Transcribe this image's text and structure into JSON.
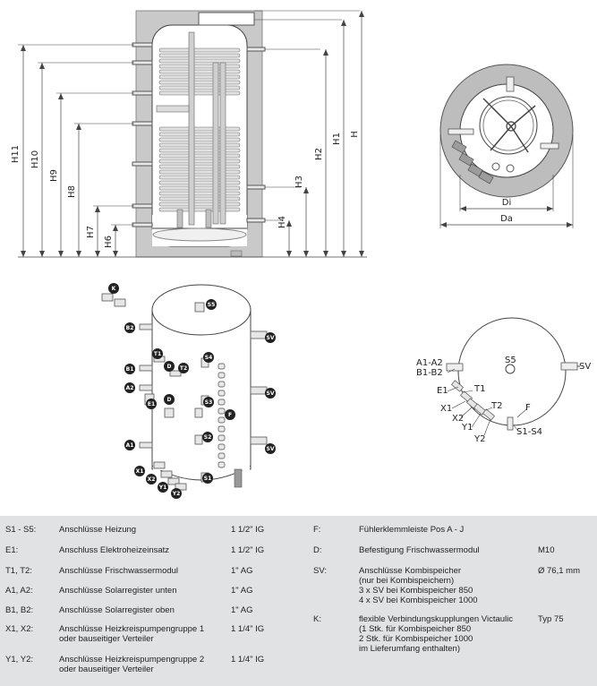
{
  "side_view": {
    "height_labels": [
      "H11",
      "H10",
      "H9",
      "H8",
      "H7",
      "H6",
      "H4",
      "H3",
      "H2",
      "H1",
      "H"
    ]
  },
  "top_view": {
    "di_label": "Di",
    "da_label": "Da"
  },
  "iso_view": {
    "badges": [
      "K",
      "S5",
      "B2",
      "T1",
      "D",
      "T2",
      "S4",
      "SV",
      "B1",
      "A2",
      "E1",
      "D",
      "S3",
      "F",
      "SV",
      "S2",
      "A1",
      "X1",
      "X2",
      "Y1",
      "Y2",
      "S1",
      "SV"
    ]
  },
  "plan_view": {
    "labels": {
      "a1a2": "A1-A2",
      "b1b2": "B1-B2",
      "s5": "S5",
      "sv": "SV",
      "e1": "E1",
      "t1": "T1",
      "x1": "X1",
      "x2": "X2",
      "t2": "T2",
      "y1": "Y1",
      "f": "F",
      "y2": "Y2",
      "s1s4": "S1-S4"
    }
  },
  "legend": {
    "left": [
      {
        "code": "S1 - S5:",
        "desc": "Anschlüsse Heizung",
        "size": "1 1/2\" IG"
      },
      {
        "code": "E1:",
        "desc": "Anschluss Elektroheizeinsatz",
        "size": "1 1/2\" IG"
      },
      {
        "code": "T1, T2:",
        "desc": "Anschlüsse Frischwassermodul",
        "size": "1\" AG"
      },
      {
        "code": "A1, A2:",
        "desc": "Anschlüsse Solarregister unten",
        "size": "1\" AG"
      },
      {
        "code": "B1, B2:",
        "desc": "Anschlüsse Solarregister oben",
        "size": "1\" AG"
      },
      {
        "code": "X1, X2:",
        "desc": "Anschlüsse Heizkreispumpengruppe 1\noder bauseitiger Verteiler",
        "size": "1 1/4\" IG"
      },
      {
        "code": "Y1, Y2:",
        "desc": "Anschlüsse Heizkreispumpengruppe 2\noder bauseitiger Verteiler",
        "size": "1 1/4\" IG"
      }
    ],
    "right": [
      {
        "code": "F:",
        "desc": "Fühlerklemmleiste Pos A - J",
        "size": ""
      },
      {
        "code": "D:",
        "desc": "Befestigung Frischwassermodul",
        "size": "M10"
      },
      {
        "code": "SV:",
        "desc": "Anschlüsse Kombispeicher\n(nur bei Kombispeichern)\n 3 x SV bei Kombispeicher 850\n 4 x SV bei Kombispeicher 1000",
        "size": "Ø 76,1 mm"
      },
      {
        "code": "K:",
        "desc": "flexible Verbindungskupplungen Victaulic\n (1 Stk. für Kombispeicher 850\n  2 Stk. für Kombispeicher 1000\n  im Lieferumfang enthalten)",
        "size": "Typ 75"
      }
    ]
  }
}
